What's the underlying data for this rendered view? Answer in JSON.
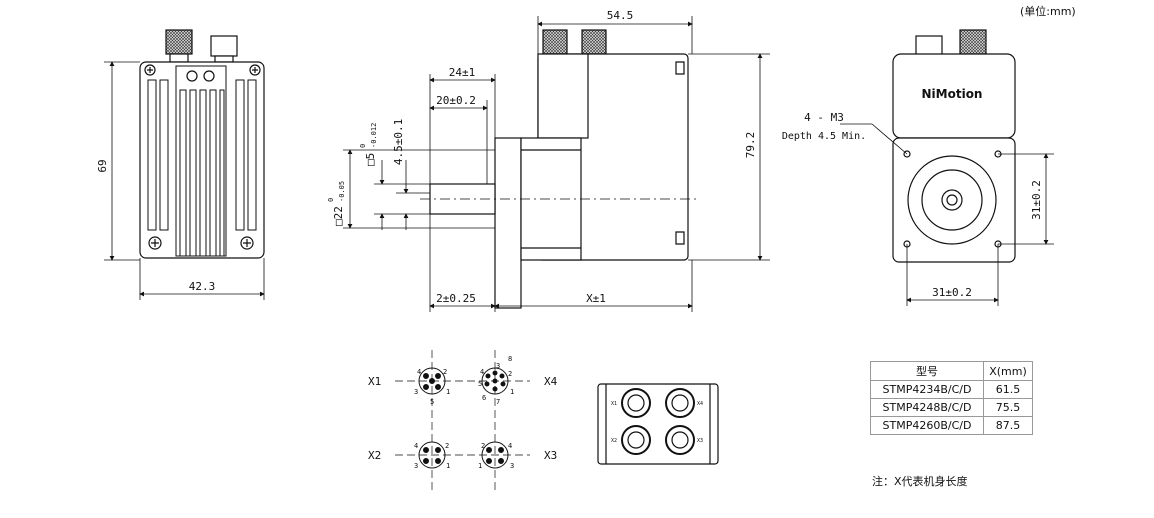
{
  "unit_note": "(单位:mm)",
  "dims": {
    "left_height": "69",
    "left_width": "42.3",
    "total_len": "54.5",
    "connector_len": "24±1",
    "shaft_len": "20±0.2",
    "shaft_dia_label": "□5",
    "shaft_dia_tol_upper": "0",
    "shaft_dia_tol_lower": "-0.012",
    "flat_depth": "4.5±0.1",
    "pilot_dia_label": "□22",
    "pilot_tol_upper": "0",
    "pilot_tol_lower": "-0.05",
    "flange_thk": "2±0.25",
    "body_len": "X±1",
    "total_height": "79.2",
    "hole_spacing_v": "31±0.2",
    "hole_spacing_h": "31±0.2",
    "holes_note_line1": "4 - M3",
    "holes_note_line2": "Depth 4.5 Min."
  },
  "brand": "NiMotion",
  "connectors": {
    "x1": {
      "label": "X1",
      "pins": [
        "4",
        "2",
        "3",
        "1",
        "5"
      ]
    },
    "x2": {
      "label": "X2",
      "pins": [
        "4",
        "2",
        "3",
        "1"
      ]
    },
    "x3": {
      "label": "X3",
      "pins": [
        "2",
        "4",
        "1",
        "3"
      ]
    },
    "x4": {
      "label": "X4",
      "pins": [
        "8",
        "4",
        "3",
        "2",
        "5",
        "1",
        "6",
        "7"
      ]
    }
  },
  "panel_labels": [
    "X1",
    "X4",
    "X2",
    "X3"
  ],
  "table": {
    "headers": [
      "型号",
      "X(mm)"
    ],
    "rows": [
      [
        "STMP4234B/C/D",
        "61.5"
      ],
      [
        "STMP4248B/C/D",
        "75.5"
      ],
      [
        "STMP4260B/C/D",
        "87.5"
      ]
    ]
  },
  "footnote": "注：X代表机身长度"
}
